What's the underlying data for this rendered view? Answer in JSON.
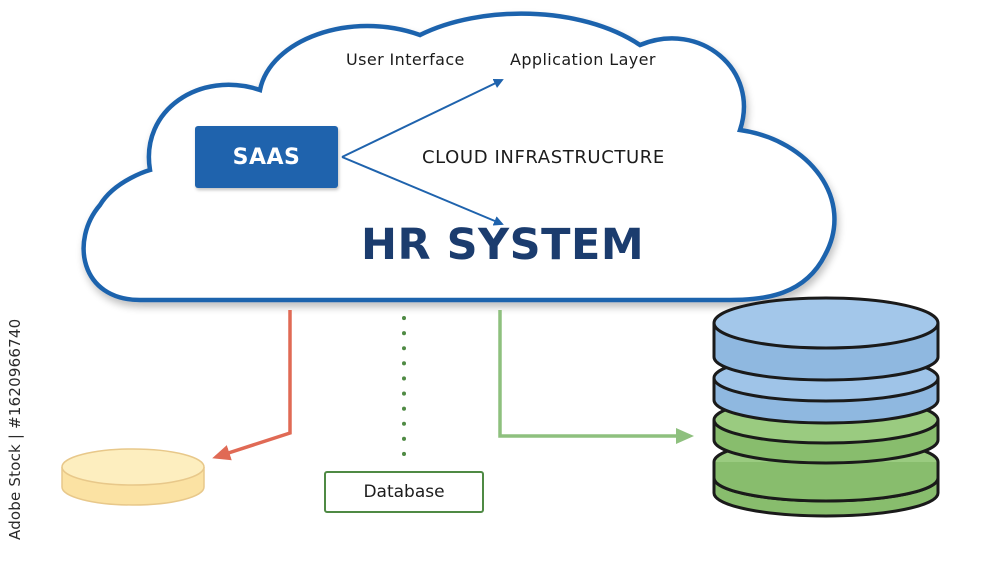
{
  "cloud": {
    "labels": {
      "user_interface": "User Interface",
      "application_layer": "Application Layer",
      "cloud_infrastructure": "CLOUD INFRASTRUCTURE",
      "hr_system": "HR SYSTEM"
    },
    "saas_label": "SAAS"
  },
  "database_label": "Database",
  "watermark": "Adobe Stock | #1620966740",
  "colors": {
    "cloud_outline": "#1f63ad",
    "saas_fill": "#1f63ad",
    "hr_text": "#1b3c6e",
    "red_arrow": "#e06a55",
    "green_arrow": "#8ec07e",
    "dotted_line": "#4f8a44",
    "db_blue": "#8fb8e0",
    "db_green": "#88bd6d",
    "small_db": "#fbe2a3"
  },
  "icons": {
    "large_database": "stacked-database-icon",
    "small_database": "disk-icon"
  }
}
